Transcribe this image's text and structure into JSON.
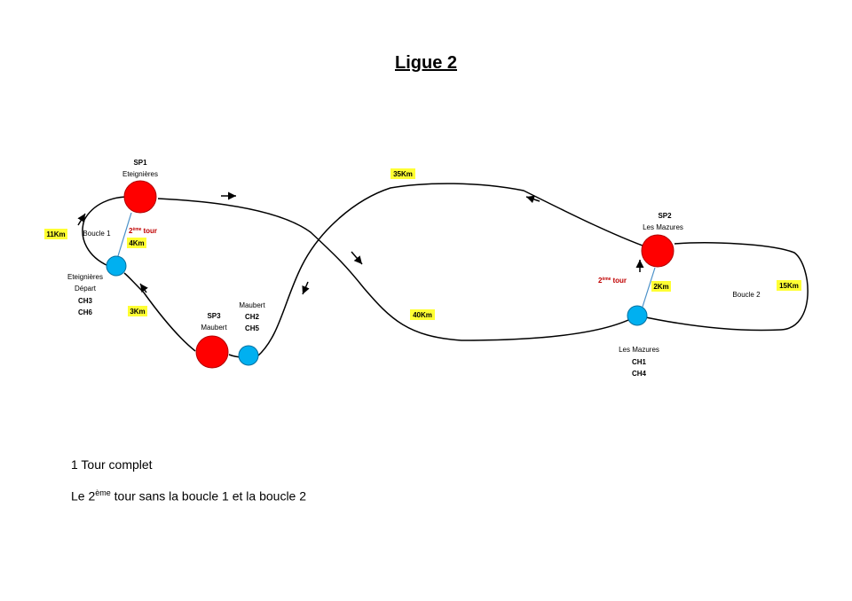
{
  "title": "Ligue 2",
  "sp1": {
    "name": "SP1",
    "place": "Eteignières"
  },
  "sp2": {
    "name": "SP2",
    "place": "Les Mazures"
  },
  "sp3": {
    "name": "SP3",
    "place": "Maubert"
  },
  "start": {
    "place": "Eteignières",
    "sub": "Départ",
    "ch_a": "CH3",
    "ch_b": "CH6"
  },
  "maubert_ch": {
    "place": "Maubert",
    "ch_a": "CH2",
    "ch_b": "CH5"
  },
  "mazures_ch": {
    "place": "Les Mazures",
    "ch_a": "CH1",
    "ch_b": "CH4"
  },
  "loops": {
    "loop1": "Boucle 1",
    "loop2": "Boucle 2"
  },
  "second_lap": {
    "prefix": "2",
    "sup": "ème",
    "suffix": "tour"
  },
  "distances": {
    "d11": "11Km",
    "d4": "4Km",
    "d3": "3Km",
    "d35": "35Km",
    "d40": "40Km",
    "d2": "2Km",
    "d15": "15Km"
  },
  "colors": {
    "sp": "#ff0000",
    "ch": "#00b0f0",
    "highlight": "#ffff33",
    "second_lap": "#c00000"
  },
  "notes": {
    "line1": "1 Tour complet",
    "line2_prefix": "Le 2",
    "line2_sup": "ème",
    "line2_suffix": " tour sans la boucle 1 et la boucle 2"
  }
}
